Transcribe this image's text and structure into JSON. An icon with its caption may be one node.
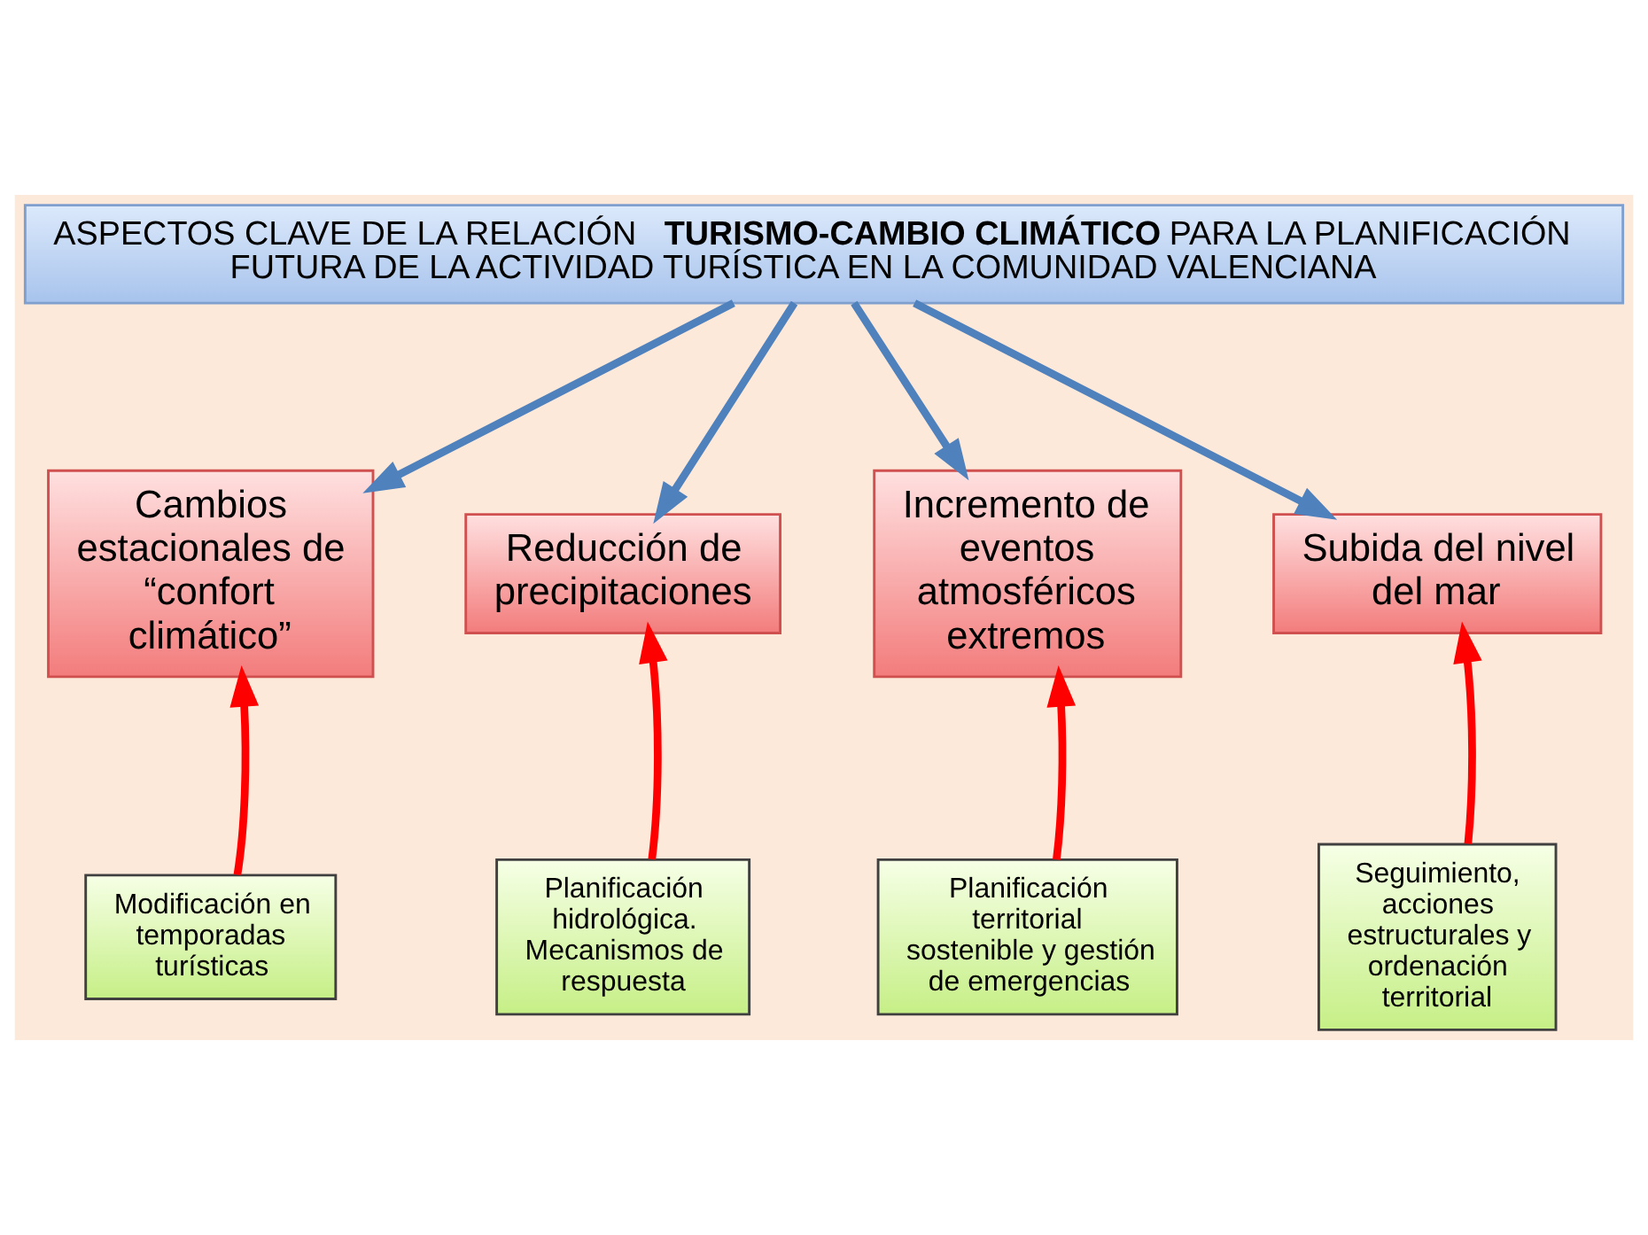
{
  "diagram": {
    "nodes": [
      {
        "text": [
          "ASPECTOS CLAVE DE LA RELACIÓN **TURISMO-CAMBIO CLIMÁTICO** PARA LA PLANIFICACIÓN FUTURA DE LA ACTIVIDAD TURÍSTICA EN LA COMUNIDAD VALENCIANA"
        ]
      },
      {
        "text": [
          "Cambios estacionales de “confort climático”"
        ]
      },
      {
        "text": [
          "Reducción de precipitaciones"
        ]
      },
      {
        "text": [
          "Incremento de eventos atmosféricos extremos"
        ]
      },
      {
        "text": [
          "Subida del nivel del mar"
        ]
      },
      {
        "text": [
          "Modificación en temporadas turísticas"
        ]
      },
      {
        "text": [
          "Planificación hidrológica. Mecanismos de respuesta"
        ]
      },
      {
        "text": [
          "Planificación territorial sostenible y gestión de emergencias"
        ]
      },
      {
        "text": [
          "Seguimiento, acciones estructurales y ordenación territorial"
        ]
      }
    ],
    "edges": [
      {
        "from": 0,
        "to": 1,
        "arrow": "to",
        "color": "#4f81bd"
      },
      {
        "from": 0,
        "to": 2,
        "arrow": "to",
        "color": "#4f81bd"
      },
      {
        "from": 0,
        "to": 3,
        "arrow": "to",
        "color": "#4f81bd"
      },
      {
        "from": 0,
        "to": 4,
        "arrow": "to",
        "color": "#4f81bd"
      },
      {
        "from": 5,
        "to": 1,
        "arrow": "to",
        "color": "#ff0000"
      },
      {
        "from": 6,
        "to": 2,
        "arrow": "to",
        "color": "#ff0000"
      },
      {
        "from": 7,
        "to": 3,
        "arrow": "to",
        "color": "#ff0000"
      },
      {
        "from": 8,
        "to": 4,
        "arrow": "to",
        "color": "#ff0000"
      }
    ]
  }
}
